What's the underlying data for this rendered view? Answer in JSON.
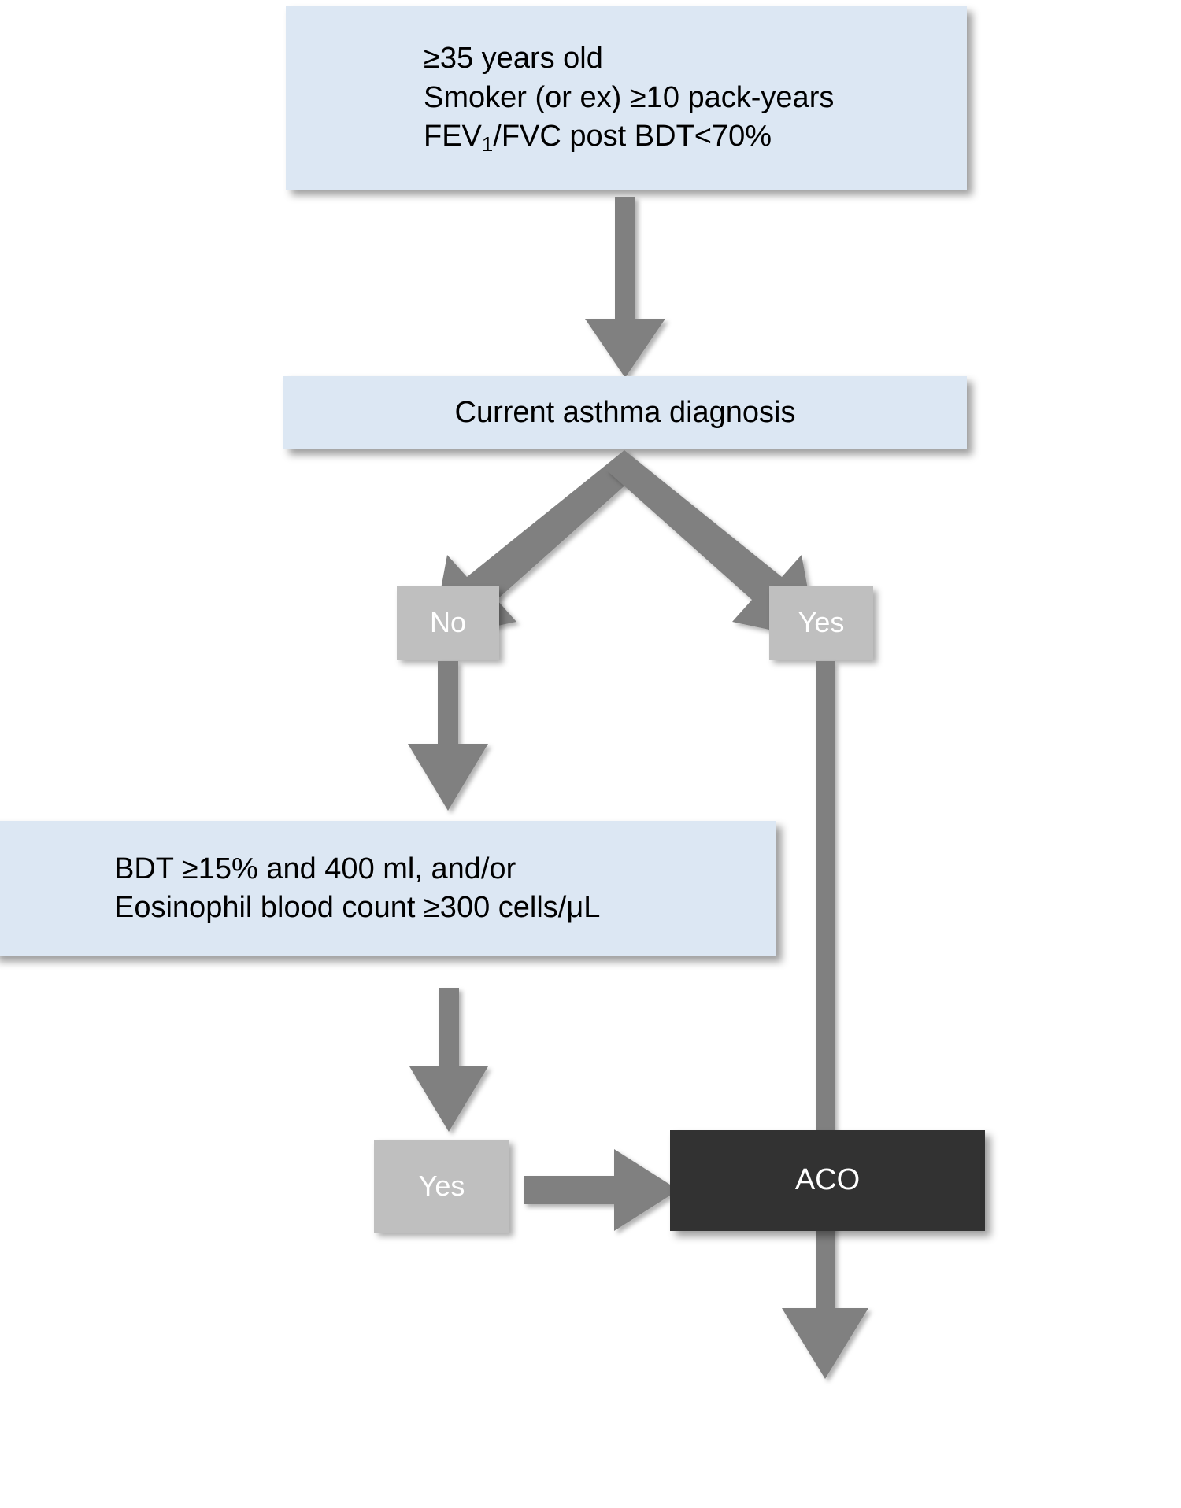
{
  "diagram": {
    "title": "ACO diagnostic algorithm flowchart",
    "colors": {
      "box_fill": "#dce7f3",
      "chip_fill": "#bfbfbf",
      "terminal_fill": "#333333",
      "arrow": "#808080",
      "text_dark": "#000000",
      "text_light": "#ffffff",
      "background": "#ffffff"
    },
    "nodes": [
      {
        "id": "criteria",
        "type": "criteria-box",
        "lines": [
          "≥35 years old",
          "Smoker (or ex) ≥10 pack-years",
          "FEV₁/FVC post BDT<70%"
        ],
        "line1": "≥35 years old",
        "line2": "Smoker (or ex) ≥10 pack-years",
        "line3_pre": "FEV",
        "line3_sub": "1",
        "line3_post": "/FVC post BDT<70%"
      },
      {
        "id": "asthma",
        "type": "decision-box",
        "label": "Current asthma diagnosis"
      },
      {
        "id": "no-chip",
        "type": "chip",
        "label": "No"
      },
      {
        "id": "yes-chip-right",
        "type": "chip",
        "label": "Yes"
      },
      {
        "id": "bdt",
        "type": "criteria-box",
        "lines": [
          "BDT ≥15% and 400 ml, and/or",
          "Eosinophil blood count ≥300 cells/μL"
        ],
        "line1": "BDT ≥15% and 400 ml, and/or",
        "line2": "Eosinophil blood count ≥300 cells/μL"
      },
      {
        "id": "yes-chip-bottom",
        "type": "chip",
        "label": "Yes"
      },
      {
        "id": "aco",
        "type": "terminal",
        "label": "ACO"
      }
    ],
    "edges": [
      {
        "id": "criteria-to-asthma",
        "from": "criteria",
        "to": "asthma",
        "direction": "down"
      },
      {
        "id": "asthma-to-no",
        "from": "asthma",
        "to": "no-chip",
        "direction": "down-left"
      },
      {
        "id": "asthma-to-yes",
        "from": "asthma",
        "to": "yes-chip-right",
        "direction": "down-right"
      },
      {
        "id": "no-to-bdt",
        "from": "no-chip",
        "to": "bdt",
        "direction": "down"
      },
      {
        "id": "bdt-to-yes",
        "from": "bdt",
        "to": "yes-chip-bottom",
        "direction": "down"
      },
      {
        "id": "yes-to-aco",
        "from": "yes-chip-bottom",
        "to": "aco",
        "direction": "right"
      },
      {
        "id": "yes-right-to-aco",
        "from": "yes-chip-right",
        "to": "aco",
        "direction": "down"
      }
    ]
  }
}
